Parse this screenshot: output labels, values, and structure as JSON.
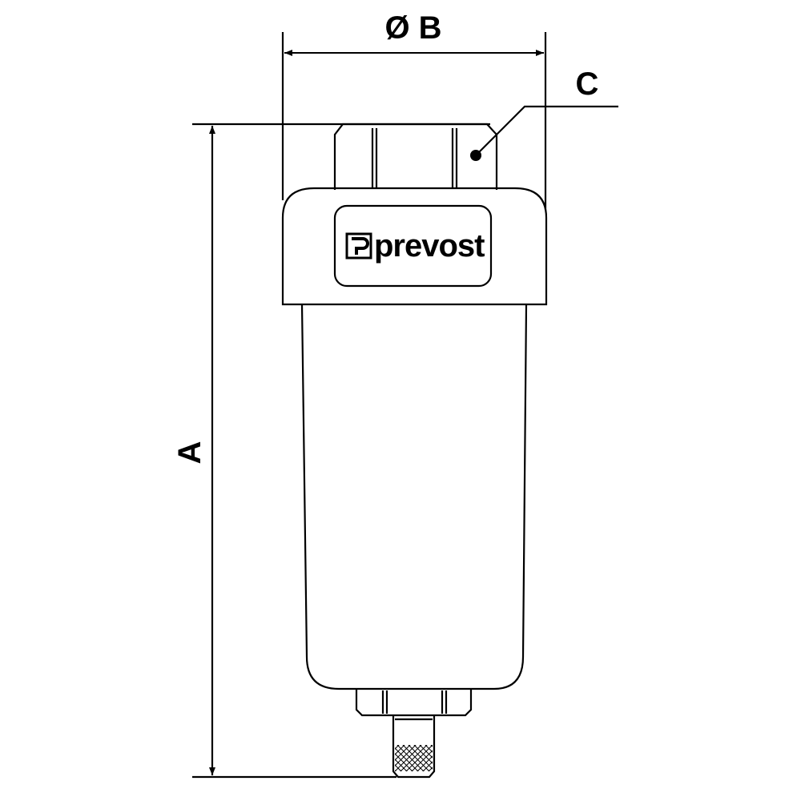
{
  "dimensions": {
    "height_label": "A",
    "diameter_label": "Ø B",
    "port_label": "C"
  },
  "logo": {
    "brand": "prevost"
  },
  "colors": {
    "line": "#000000",
    "background": "#ffffff"
  }
}
